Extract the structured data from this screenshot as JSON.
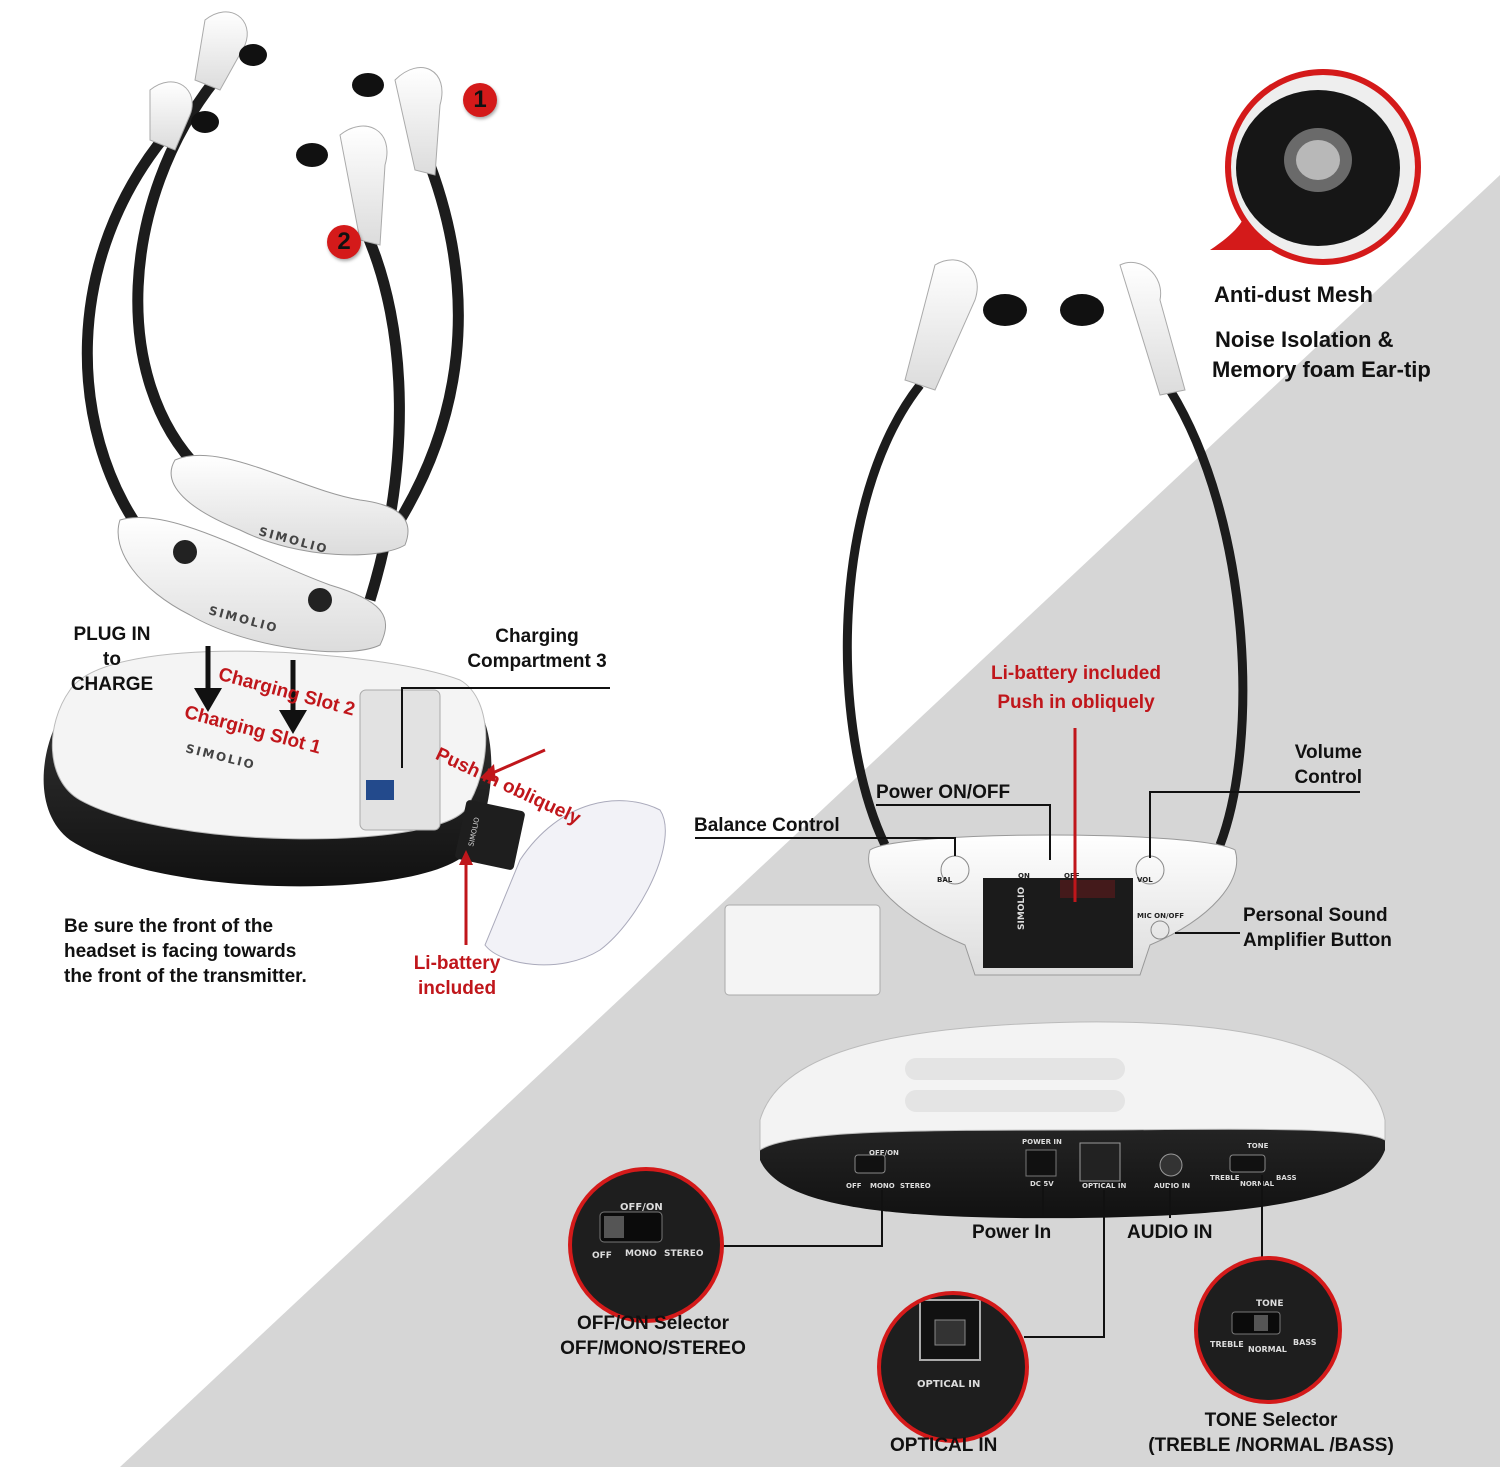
{
  "badges": {
    "one": "1",
    "two": "2"
  },
  "left": {
    "plug_in": [
      "PLUG IN",
      "to",
      "CHARGE"
    ],
    "charging_slot_2": "Charging Slot 2",
    "charging_slot_1": "Charging Slot 1",
    "charging_compartment": [
      "Charging",
      "Compartment 3"
    ],
    "push_in_obliquely": "Push in obliquely",
    "li_battery": [
      "Li-battery",
      "included"
    ],
    "note": [
      "Be sure the front of the",
      "headset is facing towards",
      "the front of the transmitter."
    ],
    "brand": "SIMOLIO"
  },
  "eartip": {
    "anti_dust": "Anti-dust Mesh",
    "noise": [
      "Noise Isolation &",
      "Memory foam Ear-tip"
    ]
  },
  "right": {
    "li_battery": [
      "Li-battery included",
      "Push in obliquely"
    ],
    "volume": [
      "Volume",
      "Control"
    ],
    "power_onoff": "Power ON/OFF",
    "balance": "Balance Control",
    "psa": [
      "Personal Sound",
      "Amplifier Button"
    ],
    "bal_label": "BAL",
    "vol_label": "VOL",
    "on": "ON",
    "off": "OFF",
    "mic_onoff": "MIC ON/OFF",
    "battery_brand": "SIMOLIO"
  },
  "transmitter": {
    "power_in": "Power In",
    "audio_in": "AUDIO IN",
    "offon_selector": [
      "OFF/ON Selector",
      "OFF/MONO/STEREO"
    ],
    "optical_in": "OPTICAL IN",
    "tone_selector": [
      "TONE Selector",
      "(TREBLE /NORMAL /BASS)"
    ],
    "panel": {
      "offon": "OFF/ON",
      "off": "OFF",
      "mono": "MONO",
      "stereo": "STEREO",
      "power_in": "POWER IN",
      "dc5v": "DC 5V",
      "optical": "OPTICAL IN",
      "audio": "AUDIO IN",
      "tone": "TONE",
      "treble": "TREBLE",
      "normal": "NORMAL",
      "bass": "BASS"
    }
  },
  "colors": {
    "accent_red": "#c0161b",
    "badge_red": "#d41a1a",
    "gray_bg": "#d6d6d6",
    "dark": "#2a2a2a"
  }
}
